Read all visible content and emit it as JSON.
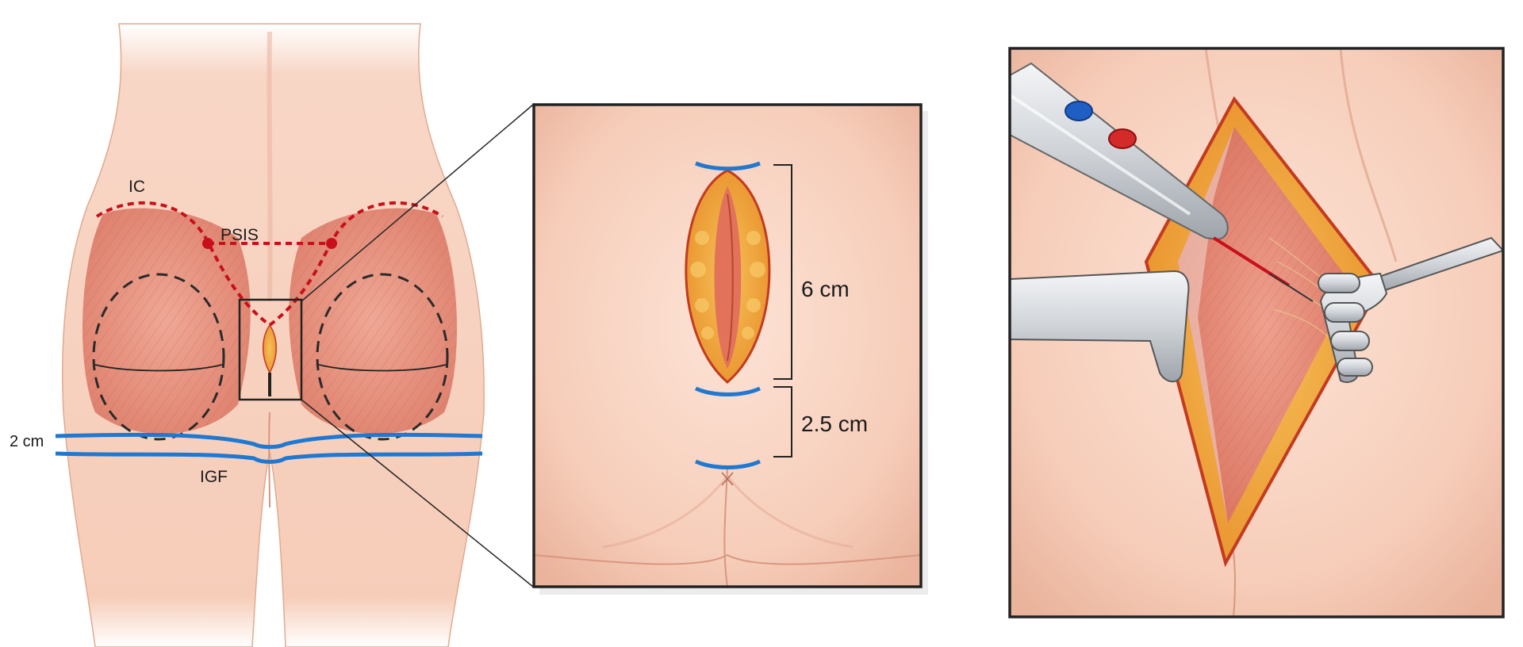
{
  "labels": {
    "ic": "IC",
    "psis": "PSIS",
    "two_cm": "2 cm",
    "igf": "IGF",
    "six_cm": "6 cm",
    "two_half_cm": "2.5 cm"
  },
  "colors": {
    "background": "#ffffff",
    "skin": "#f6cfbd",
    "skin_shadow": "#e7a88f",
    "muscle": "#e38b7a",
    "fat": "#f1a83a",
    "marking_red": "#c8101b",
    "marking_blue": "#1f78d1",
    "outline": "#222222",
    "instrument": "#d4d7db"
  },
  "panels": [
    {
      "name": "posterior-view",
      "shows": "back view with landmarks and incision site"
    },
    {
      "name": "incision-zoom",
      "shows": "enlarged incision with measurements"
    },
    {
      "name": "operative-view",
      "shows": "retracted incision with electrocautery"
    }
  ]
}
